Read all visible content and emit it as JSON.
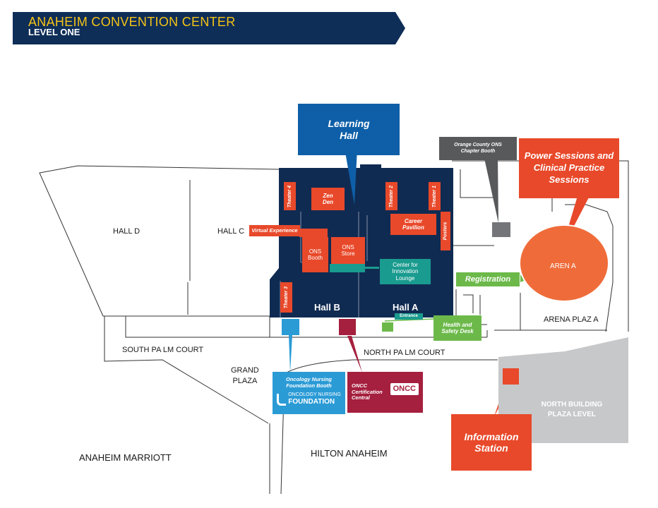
{
  "header": {
    "title": "ANAHEIM CONVENTION CENTER",
    "subtitle": "LEVEL ONE"
  },
  "areas": {
    "hall_d": "HALL  D",
    "hall_c": "HALL  C",
    "hall_b": "Hall B",
    "hall_a": "Hall A",
    "arena": "AREN  A",
    "arena_plaza": "ARENA   PLAZ  A",
    "south_palm_court": "SOUTH PA   LM COURT",
    "north_palm_court": "NORTH PA   LM COURT",
    "grand_plaza_line1": "GRAND",
    "grand_plaza_line2": "PLAZA",
    "anaheim_marriott": "ANAHEIM MARRIOTT",
    "hilton_anaheim": "HILTON ANAHEIM",
    "north_building_line1": "NORTH BUILDING",
    "north_building_line2": "PLAZA LEVEL"
  },
  "booths": {
    "theater_4": "Theater 4",
    "zen_den_line1": "Zen",
    "zen_den_line2": "Den",
    "theater_2": "Theater 2",
    "theater_1": "Theater 1",
    "career_pavilion_line1": "Career",
    "career_pavilion_line2": "Pavilion",
    "posters": "Posters",
    "virtual_experience": "Virtual Experience",
    "ons_booth_line1": "ONS",
    "ons_booth_line2": "Booth",
    "ons_store_line1": "ONS",
    "ons_store_line2": "Store",
    "theater_3": "Theater 3",
    "entrance": "Entrance",
    "registration": "Registration",
    "innovation_line1": "Center for",
    "innovation_line2": "Innovation",
    "innovation_line3": "Lounge"
  },
  "callouts": {
    "learning_hall_line1": "Learning",
    "learning_hall_line2": "Hall",
    "oc_chapter_line1": "Orange County ONS",
    "oc_chapter_line2": "Chapter Booth",
    "power_line1": "Power Sessions and",
    "power_line2": "Clinical Practice",
    "power_line3": "Sessions",
    "health_line1": "Health and",
    "health_line2": "Safety Desk",
    "onf_line1": "Oncology Nursing",
    "onf_line2": "Foundation Booth",
    "onf_logo_line1": "ONCOLOGY NURSING",
    "onf_logo_line2": "FOUNDATION",
    "oncc_line1": "ONCC",
    "oncc_line2": "Certification",
    "oncc_line3": "Central",
    "oncc_logo": "ONCC",
    "info_line1": "Information",
    "info_line2": "Station"
  },
  "colors": {
    "banner": "#0e2d57",
    "banner_title": "#f5c318",
    "learning_hall": "#102b52",
    "learning_callout": "#0e5fa8",
    "orange": "#e8492a",
    "arena": "#ef6c3a",
    "teal": "#1a9b8f",
    "green": "#6cb94a",
    "gray_callout": "#58595b",
    "light_blue": "#2b9bd6",
    "crimson": "#a51f3e",
    "north_building": "#c7c8ca"
  }
}
